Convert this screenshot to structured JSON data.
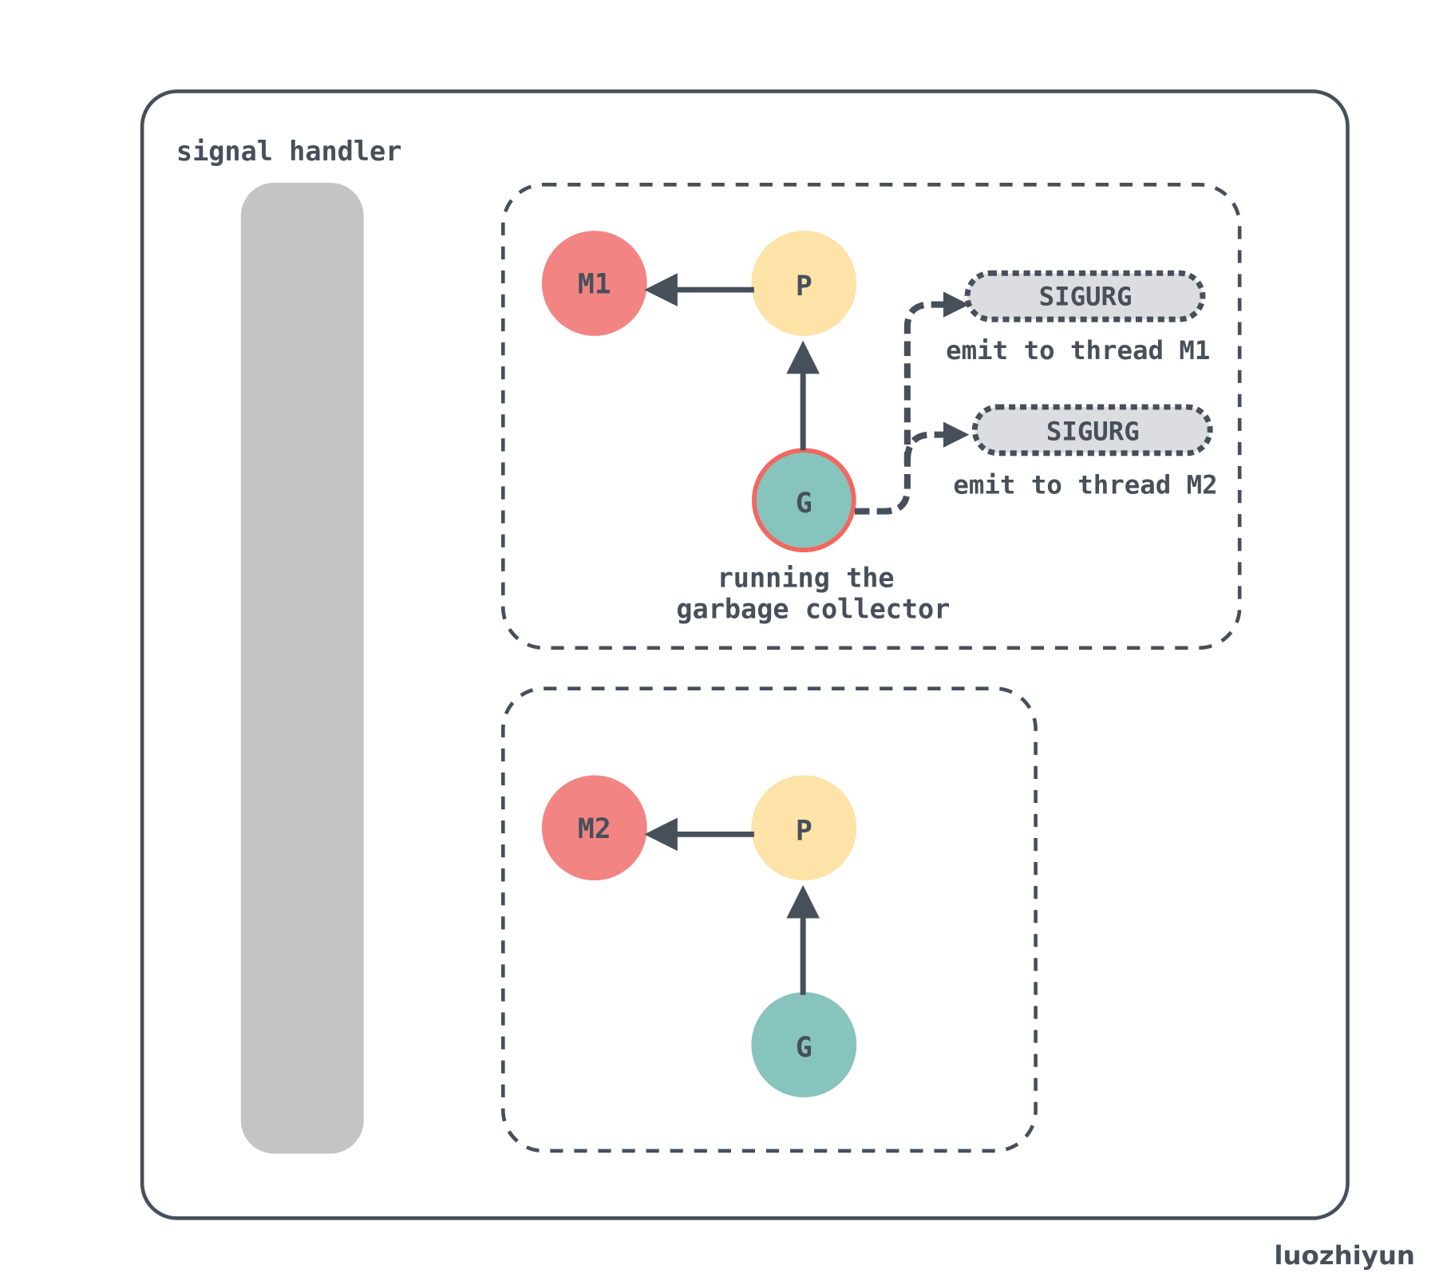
{
  "colors": {
    "stroke": "#474f5a",
    "m_node": "#f28583",
    "p_node": "#fde3a7",
    "g_node": "#86c4bd",
    "g_running_border": "#f2675f",
    "signal_box": "#dcdde0",
    "handler_bar": "#c4c4c4"
  },
  "outer": {
    "label": "signal handler"
  },
  "thread1": {
    "m_label": "M1",
    "p_label": "P",
    "g_label": "G",
    "g_caption_line1": "running the",
    "g_caption_line2": "garbage collector",
    "signals": [
      {
        "label": "SIGURG",
        "caption": "emit to thread M1"
      },
      {
        "label": "SIGURG",
        "caption": "emit to thread M2"
      }
    ]
  },
  "thread2": {
    "m_label": "M2",
    "p_label": "P",
    "g_label": "G"
  },
  "watermark": "luozhiyun"
}
